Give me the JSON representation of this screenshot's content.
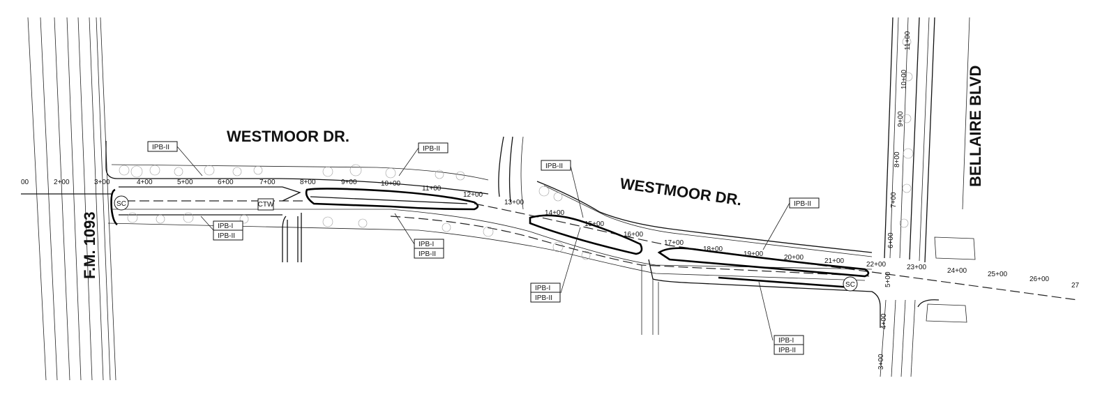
{
  "streets": {
    "westmoor_west": "WESTMOOR DR.",
    "westmoor_east": "WESTMOOR DR.",
    "fm1093": "F.M. 1093",
    "bellaire": "BELLAIRE BLVD"
  },
  "stations_main": [
    "00",
    "2+00",
    "3+00",
    "4+00",
    "5+00",
    "6+00",
    "7+00",
    "8+00",
    "9+00",
    "10+00",
    "11+00",
    "12+00",
    "13+00",
    "14+00",
    "15+00",
    "16+00",
    "17+00",
    "18+00",
    "19+00",
    "20+00",
    "21+00",
    "22+00",
    "23+00",
    "24+00",
    "25+00",
    "26+00",
    "27"
  ],
  "stations_bellaire": [
    "11+00",
    "10+00",
    "9+00",
    "8+00",
    "7+00",
    "6+00",
    "5+00",
    "4+00",
    "3+00"
  ],
  "circle_labels": [
    "SC",
    "SC"
  ],
  "ctw_label": "CTW",
  "tags": [
    {
      "lines": [
        "IPB-II"
      ]
    },
    {
      "lines": [
        "IPB-II"
      ]
    },
    {
      "lines": [
        "IPB-II"
      ]
    },
    {
      "lines": [
        "IPB-II"
      ]
    },
    {
      "lines": [
        "IPB-I",
        "IPB-II"
      ]
    },
    {
      "lines": [
        "IPB-I",
        "IPB-II"
      ]
    },
    {
      "lines": [
        "IPB-I",
        "IPB-II"
      ]
    },
    {
      "lines": [
        "IPB-I",
        "IPB-II"
      ]
    }
  ]
}
